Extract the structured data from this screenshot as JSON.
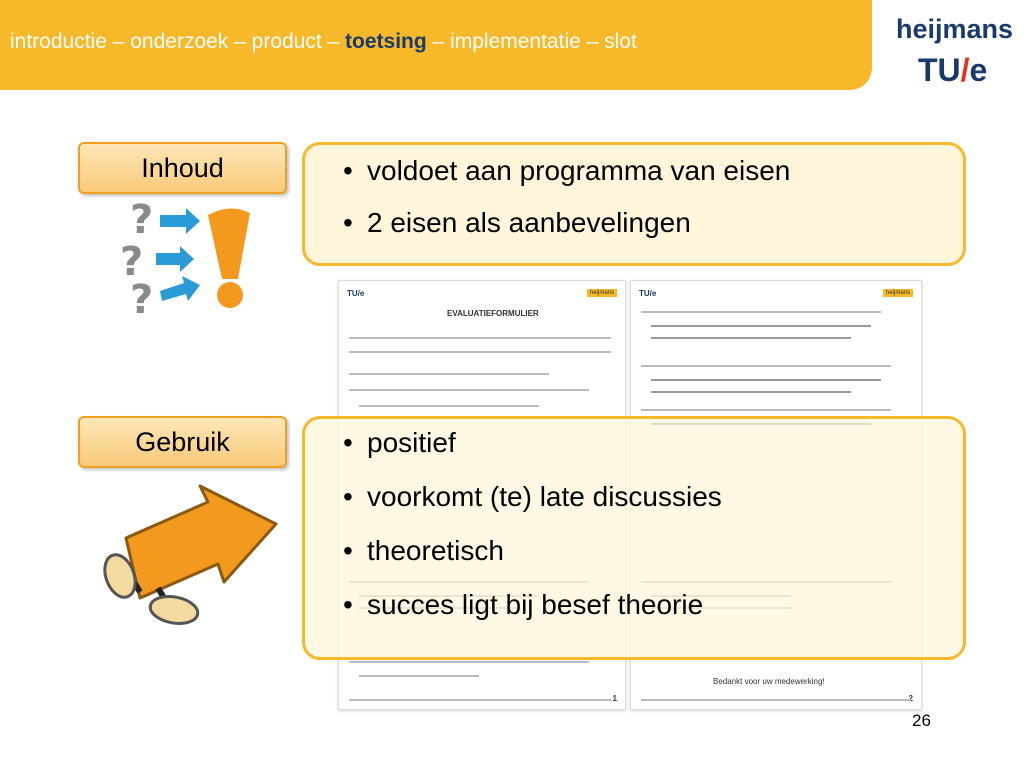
{
  "header": {
    "nav_before": "introductie – onderzoek – product – ",
    "nav_current": "toetsing",
    "nav_after": " – implementatie – slot"
  },
  "logos": {
    "heijmans": "heijmans",
    "tue_part1": "TU",
    "tue_slash": "/",
    "tue_part2": "e"
  },
  "sections": [
    {
      "label": "Inhoud",
      "bullets": [
        "voldoet aan programma van eisen",
        "2 eisen als aanbevelingen"
      ]
    },
    {
      "label": "Gebruik",
      "bullets": [
        "positief",
        "voorkomt (te) late discussies",
        "theoretisch",
        "succes ligt bij besef theorie"
      ]
    }
  ],
  "forms": [
    {
      "logo": "TU/e",
      "tag": "heijmans",
      "title": "EVALUATIEFORMULIER",
      "page": "1"
    },
    {
      "logo": "TU/e",
      "tag": "heijmans",
      "title": "Bedankt voor uw medewerking!",
      "page": "2"
    }
  ],
  "page_number": "26",
  "colors": {
    "accent": "#f7b82a",
    "navy": "#1a3a6b",
    "orange_icon": "#f39a1e",
    "blue_arrow": "#2a9bd6"
  },
  "icons": [
    "question-mark-icon",
    "exclamation-icon",
    "arrow-icon",
    "walking-feet-icon"
  ]
}
